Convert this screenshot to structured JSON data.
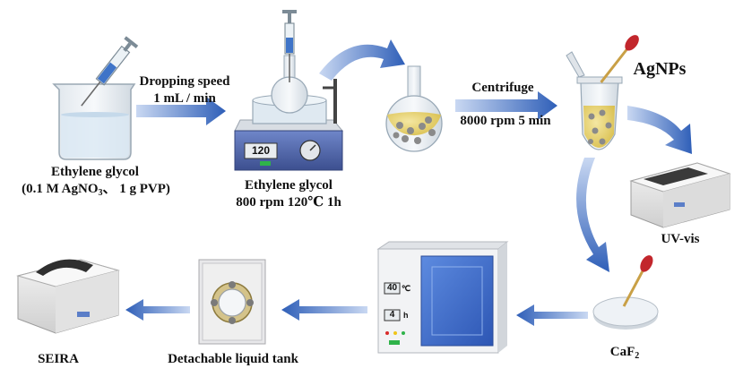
{
  "labels": {
    "beaker_line1": "Ethylene glycol",
    "beaker_line2_a": "(0.1 M AgNO",
    "beaker_line2_sub": "3",
    "beaker_line2_b": "、 1 g PVP)",
    "drop_line1": "Dropping speed",
    "drop_line2": "1 mL / min",
    "stirrer_line1": "Ethylene glycol",
    "stirrer_line2": "800 rpm 120℃ 1h",
    "centrifuge_line1": "Centrifuge",
    "centrifuge_line2": "8000 rpm 5 min",
    "agnps": "AgNPs",
    "uvvis": "UV-vis",
    "caf2_a": "CaF",
    "caf2_sub": "2",
    "seira": "SEIRA",
    "tank": "Detachable liquid tank"
  },
  "displays": {
    "stirrer_temp": "120",
    "oven_temp": "40",
    "oven_temp_unit": "℃",
    "oven_time": "4",
    "oven_time_unit": "h"
  },
  "colors": {
    "arrow_blue": "#3f6fc6",
    "liquid_yellow": "#e8d36a",
    "particle_grey": "#8a8a8a",
    "oven_blue": "#3f6fd0"
  }
}
